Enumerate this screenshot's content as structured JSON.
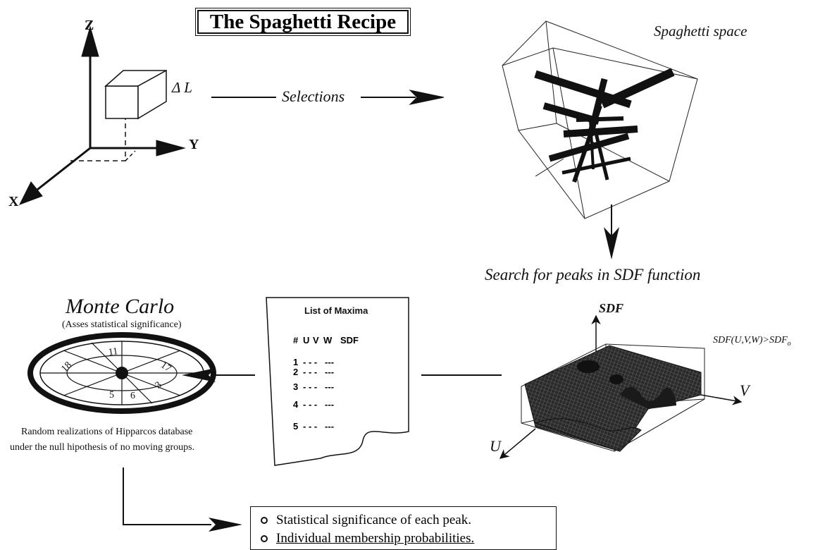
{
  "title": "The Spaghetti Recipe",
  "axes": {
    "z": "Z",
    "y": "Y",
    "x": "X",
    "box_label": "Δ L"
  },
  "selections_label": "Selections",
  "spaghetti_space_label": "Spaghetti space",
  "search_label": "Search for peaks in SDF function",
  "monte_carlo": {
    "title": "Monte Carlo",
    "subtitle": "(Asses statistical significance)",
    "dial_numbers": [
      "11",
      "17",
      "3",
      "6",
      "5",
      "18"
    ],
    "caption_line1": "Random realizations of Hipparcos database",
    "caption_line2": "under the null hipothesis of no moving groups."
  },
  "maxima": {
    "title": "List of Maxima",
    "header": [
      "#",
      "U",
      "V",
      "W",
      "SDF"
    ],
    "rows": [
      "1",
      "2",
      "3",
      "4",
      "5"
    ],
    "placeholder": "- - -   ---"
  },
  "sdf_plot": {
    "axis_sdf": "SDF",
    "axis_v": "V",
    "axis_u": "U",
    "condition": "SDF(U,V,W)>SDF",
    "condition_sub": "o"
  },
  "results": [
    "Statistical significance of each peak.",
    "Individual membership probabilities."
  ],
  "colors": {
    "ink": "#111111",
    "background": "#ffffff"
  }
}
